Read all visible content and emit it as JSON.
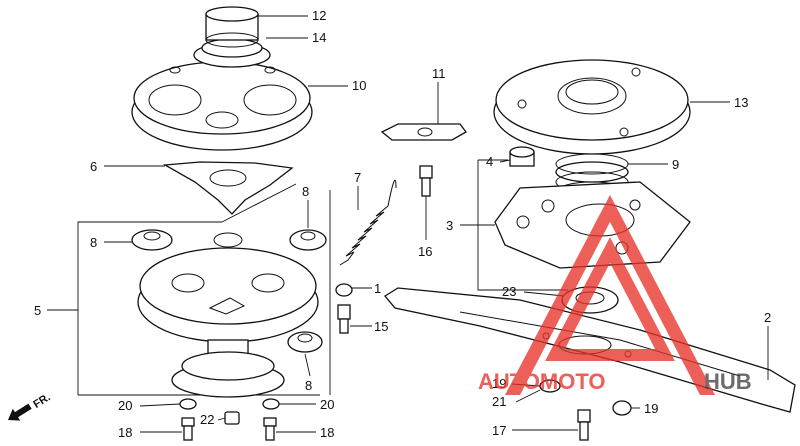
{
  "callouts": {
    "c1": "1",
    "c2": "2",
    "c3": "3",
    "c4": "4",
    "c5": "5",
    "c6": "6",
    "c7": "7",
    "c8a": "8",
    "c8b": "8",
    "c9": "9",
    "c10": "10",
    "c11": "11",
    "c12": "12",
    "c13": "13",
    "c14": "14",
    "c15": "15",
    "c16": "16",
    "c17": "17",
    "c18a": "18",
    "c18b": "18",
    "c19a": "19",
    "c19b": "19",
    "c20a": "20",
    "c20b": "20",
    "c21": "21",
    "c22": "22",
    "c23": "23"
  },
  "direction": {
    "label": "FR."
  },
  "watermark": {
    "part1": "AUTOMOTO",
    "part2": "HUB",
    "color1": "#e8332b",
    "color2": "#444444"
  }
}
